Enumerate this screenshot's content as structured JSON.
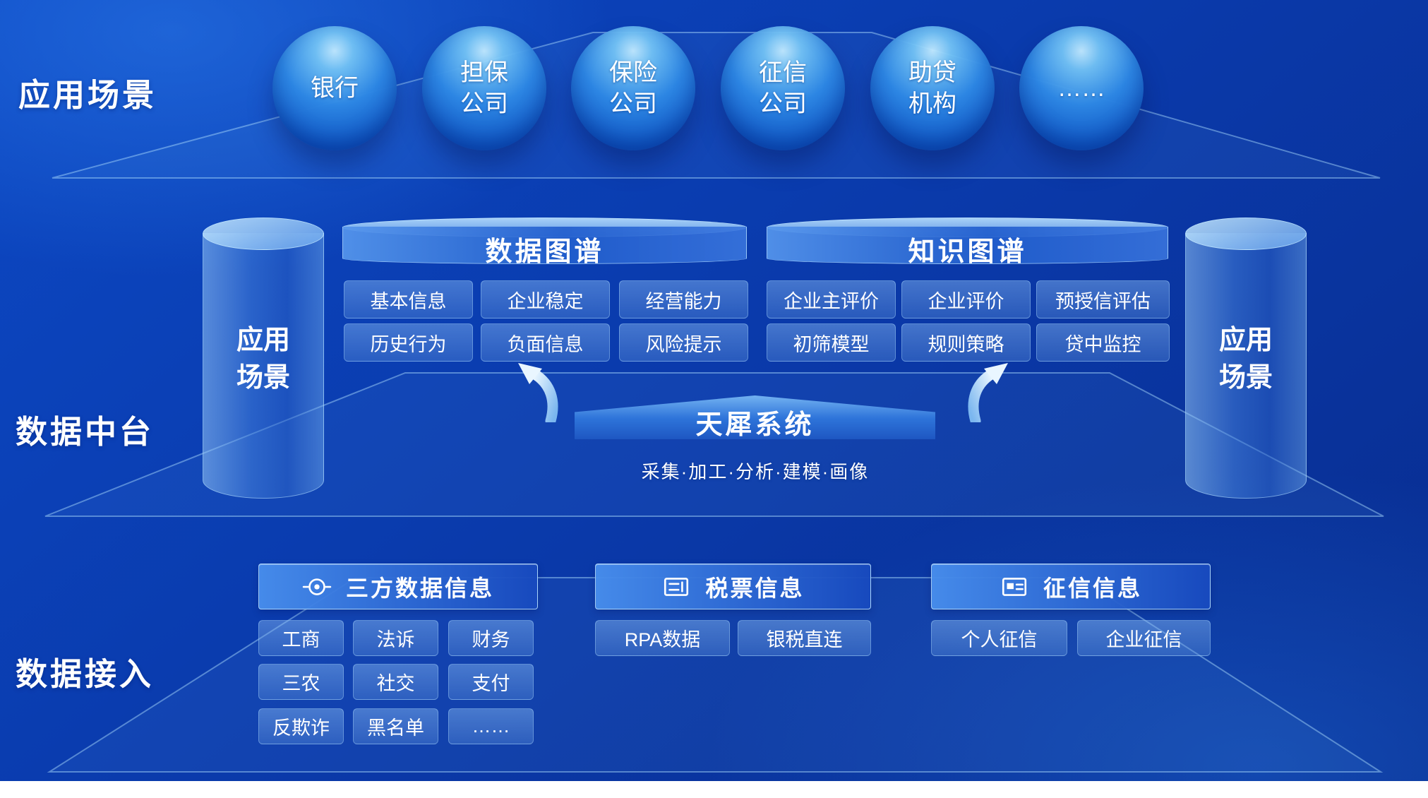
{
  "colors": {
    "background": "#0a3aab",
    "background_light": "#1257d8",
    "sphere_blue": "#2d87e4",
    "accent_border": "#9fd3f8",
    "bar_blue": "#2e74da",
    "text": "#ffffff"
  },
  "sections": {
    "top_label": "应用场景",
    "middle_label": "数据中台",
    "bottom_label": "数据接入"
  },
  "spheres": [
    {
      "label": "银行"
    },
    {
      "label": "担保\n公司"
    },
    {
      "label": "保险\n公司"
    },
    {
      "label": "征信\n公司"
    },
    {
      "label": "助贷\n机构"
    },
    {
      "label": "……"
    }
  ],
  "cylinders": {
    "left": "应用\n场景",
    "right": "应用\n场景"
  },
  "panels": [
    {
      "title": "数据图谱",
      "rows": [
        [
          "基本信息",
          "企业稳定",
          "经营能力"
        ],
        [
          "历史行为",
          "负面信息",
          "风险提示"
        ]
      ]
    },
    {
      "title": "知识图谱",
      "rows": [
        [
          "企业主评价",
          "企业评价",
          "预授信评估"
        ],
        [
          "初筛模型",
          "规则策略",
          "贷中监控"
        ]
      ]
    }
  ],
  "system": {
    "name": "天犀系统",
    "subtitle": "采集·加工·分析·建模·画像"
  },
  "groups": [
    {
      "title": "三方数据信息",
      "icon": "target-icon",
      "rows": [
        [
          "工商",
          "法诉",
          "财务"
        ],
        [
          "三农",
          "社交",
          "支付"
        ],
        [
          "反欺诈",
          "黑名单",
          "……"
        ]
      ]
    },
    {
      "title": "税票信息",
      "icon": "invoice-icon",
      "rows": [
        [
          "RPA数据",
          "银税直连"
        ]
      ]
    },
    {
      "title": "征信信息",
      "icon": "idcard-icon",
      "rows": [
        [
          "个人征信",
          "企业征信"
        ]
      ]
    }
  ]
}
